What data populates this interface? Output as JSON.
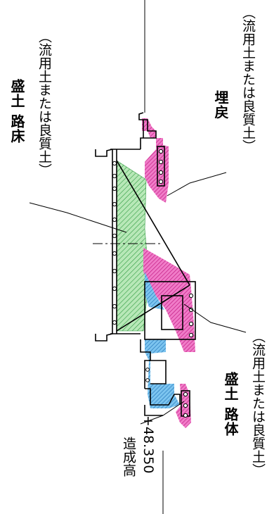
{
  "labels": {
    "embankment_roadbed": "盛土 路床",
    "roadbed_material": "（流用土または良質土）",
    "backfill": "埋戻",
    "backfill_material": "（流用土または良質土）",
    "embankment_roadbody": "盛土 路体",
    "roadbody_material": "（流用土または良質土）",
    "formation_level": "造成高",
    "formation_value": "+48.350"
  },
  "colors": {
    "roadbed_fill": "#8fd48f",
    "backfill_fill": "#e83ea8",
    "roadbody_fill": "#3aa6e0",
    "structure_line": "#000000"
  }
}
